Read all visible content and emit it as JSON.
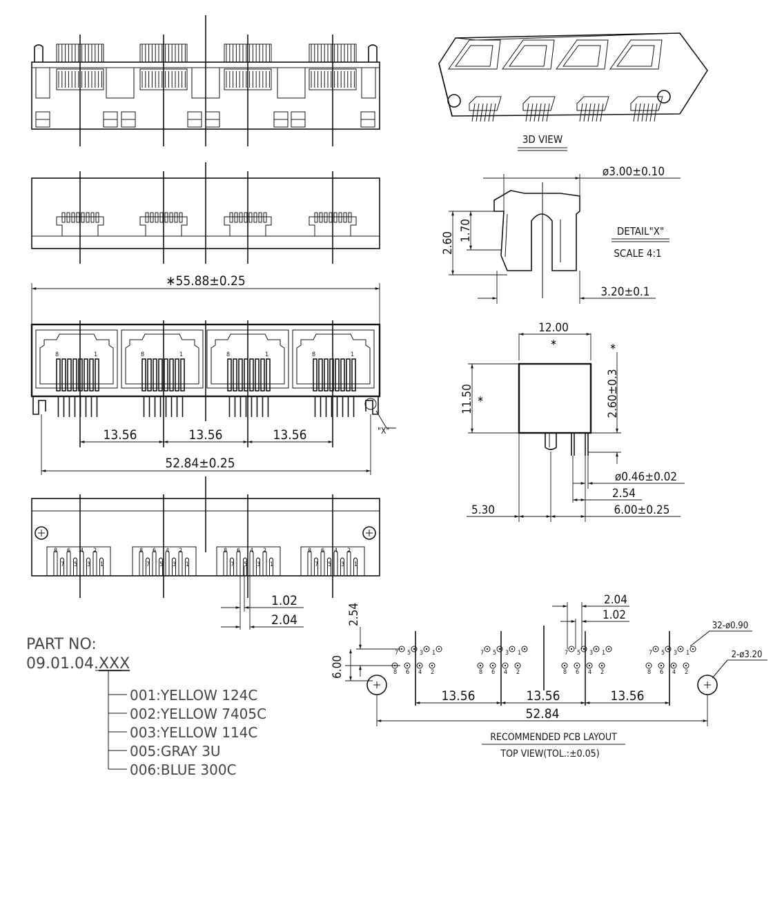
{
  "views": {
    "view_3d_label": "3D VIEW",
    "detail_label": "DETAIL\"X\"",
    "detail_scale": "SCALE 4:1",
    "detail_callout": "\"X\"",
    "pcb_title": "RECOMMENDED PCB LAYOUT",
    "pcb_subtitle": "TOP VIEW(TOL.:±0.05)"
  },
  "dimensions": {
    "overall_width": "∗55.88±0.25",
    "pitch_1": "13.56",
    "pitch_2": "13.56",
    "pitch_3": "13.56",
    "peg_span": "52.84±0.25",
    "pin_pitch": "1.02",
    "pin_row_offset": "2.04",
    "detail_peg_dia": "ø3.00±0.10",
    "detail_height": "2.60",
    "detail_width_inner": "1.70",
    "detail_base": "3.20±0.1",
    "side_width": "12.00",
    "side_height": "11.50",
    "side_pin_len": "2.60±0.3",
    "side_pin_dia": "ø0.46±0.02",
    "side_pin_pitch": "2.54",
    "side_offset": "5.30",
    "side_row_span": "6.00±0.25",
    "star_mark": "∗",
    "pcb_pitch_a": "2.04",
    "pcb_pitch_b": "1.02",
    "pcb_row_gap": "2.54",
    "pcb_row_to_peg": "6.00",
    "pcb_holes": "32-ø0.90",
    "pcb_pegs": "2-ø3.20",
    "pcb_pitch_1": "13.56",
    "pcb_pitch_2": "13.56",
    "pcb_pitch_3": "13.56",
    "pcb_span": "52.84"
  },
  "pin_labels": {
    "top": [
      "7",
      "5",
      "3",
      "1"
    ],
    "bottom": [
      "8",
      "6",
      "4",
      "2"
    ],
    "front_left": "8",
    "front_right": "1"
  },
  "part_number": {
    "label": "PART NO:",
    "base": "09.01.04.",
    "suffix": "XXX",
    "options": [
      "001:YELLOW  124C",
      "002:YELLOW  7405C",
      "003:YELLOW  114C",
      "005:GRAY  3U",
      "006:BLUE  300C"
    ]
  }
}
